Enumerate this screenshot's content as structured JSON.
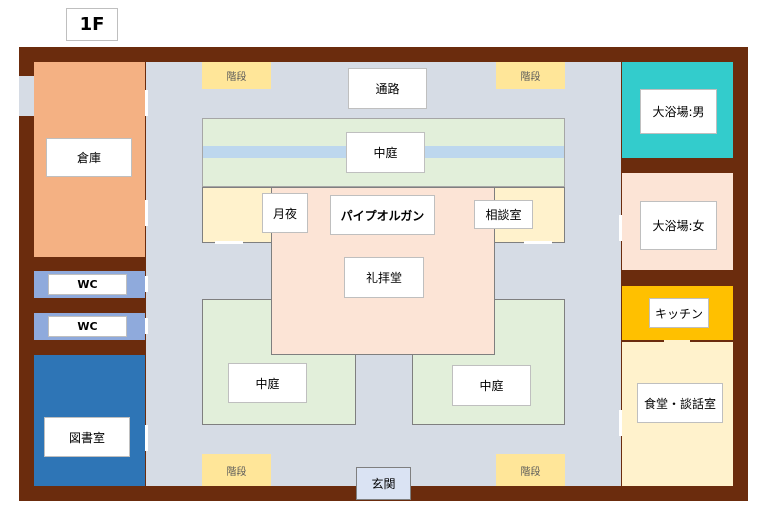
{
  "floor_label": "1F",
  "rooms": {
    "storage": "倉庫",
    "wc_1": "WC",
    "wc_2": "WC",
    "library": "図書室",
    "corridor": "通路",
    "stairs_nw": "階段",
    "stairs_ne": "階段",
    "stairs_sw": "階段",
    "stairs_se": "階段",
    "courtyard_north": "中庭",
    "tsukiyo": "月夜",
    "pipe_organ": "パイプオルガン",
    "consultation": "相談室",
    "chapel": "礼拝堂",
    "courtyard_sw": "中庭",
    "courtyard_se": "中庭",
    "entrance": "玄関",
    "bath_men": "大浴場:男",
    "bath_women": "大浴場:女",
    "kitchen": "キッチン",
    "dining_lounge": "食堂・談話室"
  },
  "colors": {
    "wall": "#6b2c0d",
    "corridor": "#d6dce5",
    "storage": "#f4b183",
    "wc": "#8faadc",
    "library": "#2e75b6",
    "stairs": "#ffe699",
    "courtyard": "#e2efda",
    "water": "#bdd7ee",
    "side_room": "#fff2cc",
    "chapel": "#fce4d6",
    "bath_men": "#33cccc",
    "bath_women": "#fce4d6",
    "kitchen": "#ffc000",
    "dining": "#fff2cc"
  }
}
